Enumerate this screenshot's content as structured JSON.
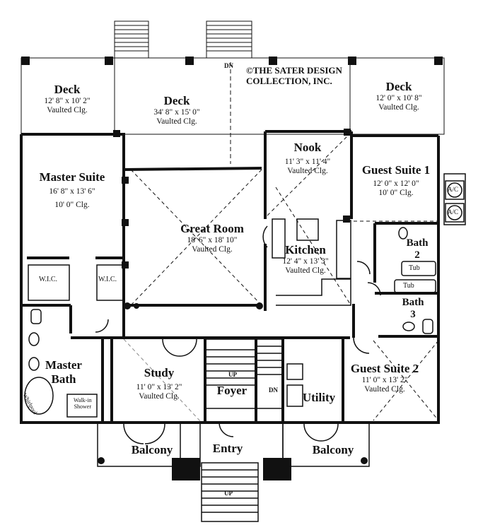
{
  "copyright": [
    "©THE SATER DESIGN",
    "COLLECTION, INC."
  ],
  "rooms": {
    "deck_left": {
      "name": "Deck",
      "dims": "12' 8\" x 10' 2\"",
      "note": "Vaulted Clg."
    },
    "deck_center": {
      "name": "Deck",
      "dims": "34' 8\" x 15' 0\"",
      "note": "Vaulted Clg."
    },
    "deck_right": {
      "name": "Deck",
      "dims": "12' 0\" x 10' 8\"",
      "note": "Vaulted Clg."
    },
    "master_suite": {
      "name": "Master Suite",
      "dims": "16' 8\" x 13' 6\"",
      "note": "10' 0\" Clg."
    },
    "great_room": {
      "name": "Great Room",
      "dims": "18' 6\" x 18' 10\"",
      "note": "Vaulted Clg."
    },
    "nook": {
      "name": "Nook",
      "dims": "11' 3\" x 11' 4\"",
      "note": "Vaulted Clg."
    },
    "kitchen": {
      "name": "Kitchen",
      "dims": "12' 4\" x 13' 3\"",
      "note": "Vaulted Clg."
    },
    "guest_suite_1": {
      "name": "Guest Suite 1",
      "dims": "12' 0\" x 12' 0\"",
      "note": "10' 0\" Clg."
    },
    "bath_2": {
      "name": "Bath",
      "num": "2"
    },
    "bath_3": {
      "name": "Bath",
      "num": "3"
    },
    "study": {
      "name": "Study",
      "dims": "11' 0\" x 13' 2\"",
      "note": "Vaulted Clg."
    },
    "foyer": {
      "name": "Foyer"
    },
    "utility": {
      "name": "Utility"
    },
    "guest_suite_2": {
      "name": "Guest Suite 2",
      "dims": "11' 0\" x 13' 2\"",
      "note": "Vaulted Clg."
    },
    "master_bath": {
      "name": "Master",
      "name2": "Bath"
    },
    "balcony_left": {
      "name": "Balcony"
    },
    "balcony_right": {
      "name": "Balcony"
    },
    "entry": {
      "name": "Entry"
    }
  },
  "fixtures": {
    "wic_left": "W.I.C.",
    "wic_right": "W.I.C.",
    "tub_upper": "Tub",
    "tub_lower": "Tub",
    "ac_1": "A/C",
    "ac_2": "A/C",
    "whirlpool": "Whirlpool",
    "walkin_shower": [
      "Walk-in",
      "Shower"
    ]
  },
  "stairs": {
    "dn_top": "DN",
    "up_foyer": "UP",
    "dn_foyer": "DN",
    "up_entry": "UP"
  }
}
